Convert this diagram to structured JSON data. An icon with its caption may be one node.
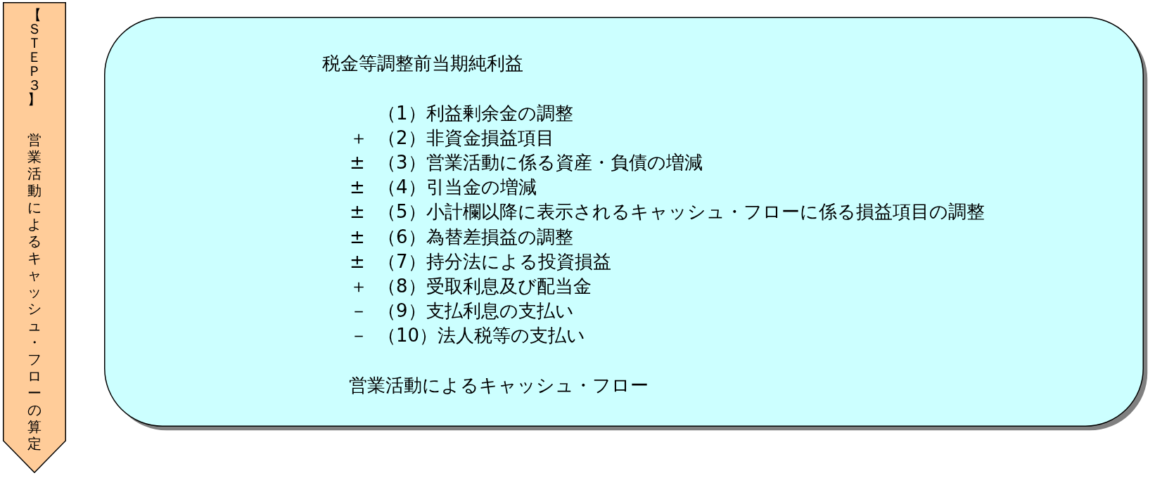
{
  "diagram": {
    "nodes": [
      {
        "text": [
          "【ＳＴＥＰ３】",
          "営業活動によるキャッシュ・フローの算定"
        ]
      },
      {
        "text": [
          "税金等調整前当期純利益",
          "（1）利益剰余金の調整",
          "＋",
          "（2）非資金損益項目",
          "±",
          "（3）営業活動に係る資産・負債の増減",
          "±",
          "（4）引当金の増減",
          "±",
          "（5）小計欄以降に表示されるキャッシュ・フローに係る損益項目の調整",
          "±",
          "（6）為替差損益の調整",
          "±",
          "（7）持分法による投資損益",
          "＋",
          "（8）受取利息及び配当金",
          "－",
          "（9）支払利息の支払い",
          "－",
          "（10）法人税等の支払い",
          "営業活動によるキャッシュ・フロー"
        ]
      }
    ]
  }
}
